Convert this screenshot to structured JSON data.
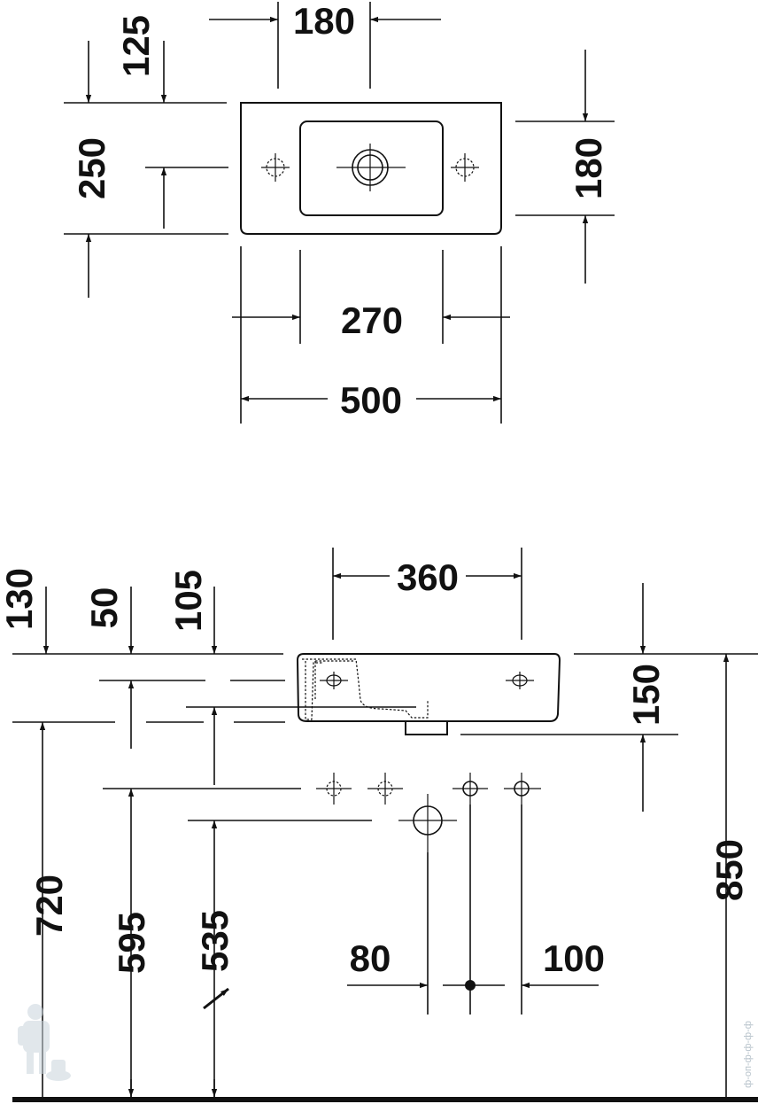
{
  "top_view": {
    "dim_width_total": "500",
    "dim_bowl_width": "270",
    "dim_tap_spacing": "180",
    "dim_depth": "250",
    "dim_bowl_depth": "180",
    "dim_tap_offset": "125"
  },
  "front_view": {
    "dim_bowl_span": "360",
    "dim_height_rim": "850",
    "dim_basin_height": "150",
    "dim_top_130": "130",
    "dim_top_50": "50",
    "dim_top_105": "105",
    "dim_720": "720",
    "dim_595": "595",
    "dim_535": "535",
    "dim_80": "80",
    "dim_100": "100"
  },
  "watermark": {
    "text": "ф-оп-ф-ф-ф-ф"
  },
  "colors": {
    "line": "#111111",
    "background": "#ffffff",
    "watermark": "#b9c4cc"
  }
}
